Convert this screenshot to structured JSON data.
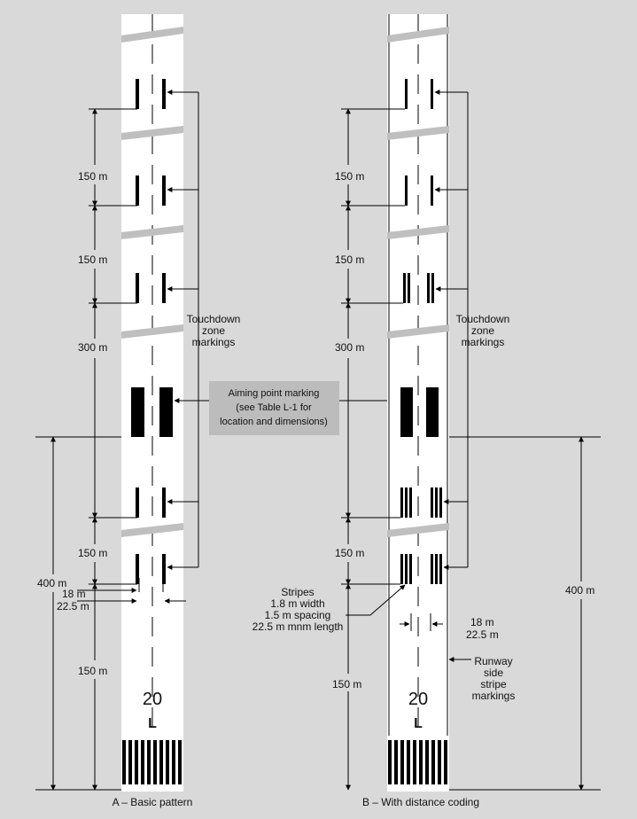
{
  "figure_a": {
    "caption": "A – Basic pattern",
    "runway_designator_number": "20",
    "runway_designator_letter": "L",
    "dim_150_1": "150 m",
    "dim_150_2": "150 m",
    "dim_300": "300 m",
    "dim_150_3": "150 m",
    "dim_400": "400 m",
    "dim_18": "18 m",
    "dim_22_5": "22.5 m",
    "dim_150_4": "150 m",
    "tdz_label": [
      "Touchdown",
      "zone",
      "markings"
    ]
  },
  "figure_b": {
    "caption": "B – With distance coding",
    "runway_designator_number": "20",
    "runway_designator_letter": "L",
    "dim_150_1": "150 m",
    "dim_150_2": "150 m",
    "dim_300": "300 m",
    "dim_150_3": "150 m",
    "dim_150_4": "150 m",
    "dim_400": "400 m",
    "dim_18": "18 m",
    "dim_22_5": "22.5 m",
    "tdz_label": [
      "Touchdown",
      "zone",
      "markings"
    ],
    "stripes_label": [
      "Stripes",
      "1.8 m width",
      "1.5 m spacing",
      "22.5 m mnm length"
    ],
    "side_stripe_label": [
      "Runway",
      "side",
      "stripe",
      "markings"
    ]
  },
  "aiming_point_note": [
    "Aiming point marking",
    "(see Table L-1 for",
    "location and dimensions)"
  ],
  "colors": {
    "background": "#d9d9d9",
    "runway": "#ffffff",
    "marking": "#000000",
    "note_box": "#bcbcbc"
  }
}
